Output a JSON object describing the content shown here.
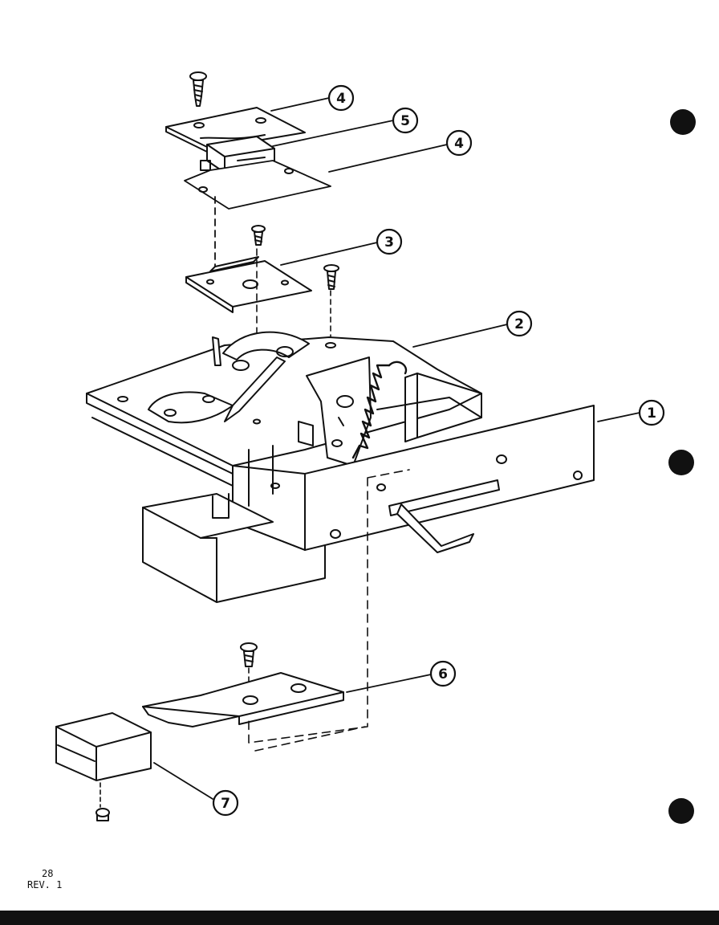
{
  "diagram": {
    "callouts": [
      {
        "id": "c4a",
        "label": "4"
      },
      {
        "id": "c5",
        "label": "5"
      },
      {
        "id": "c4b",
        "label": "4"
      },
      {
        "id": "c3",
        "label": "3"
      },
      {
        "id": "c2",
        "label": "2"
      },
      {
        "id": "c1",
        "label": "1"
      },
      {
        "id": "c6",
        "label": "6"
      },
      {
        "id": "c7",
        "label": "7"
      }
    ]
  },
  "footer": {
    "page_number": "28",
    "revision": "REV. 1"
  },
  "colors": {
    "ink": "#111111",
    "paper": "#ffffff"
  }
}
